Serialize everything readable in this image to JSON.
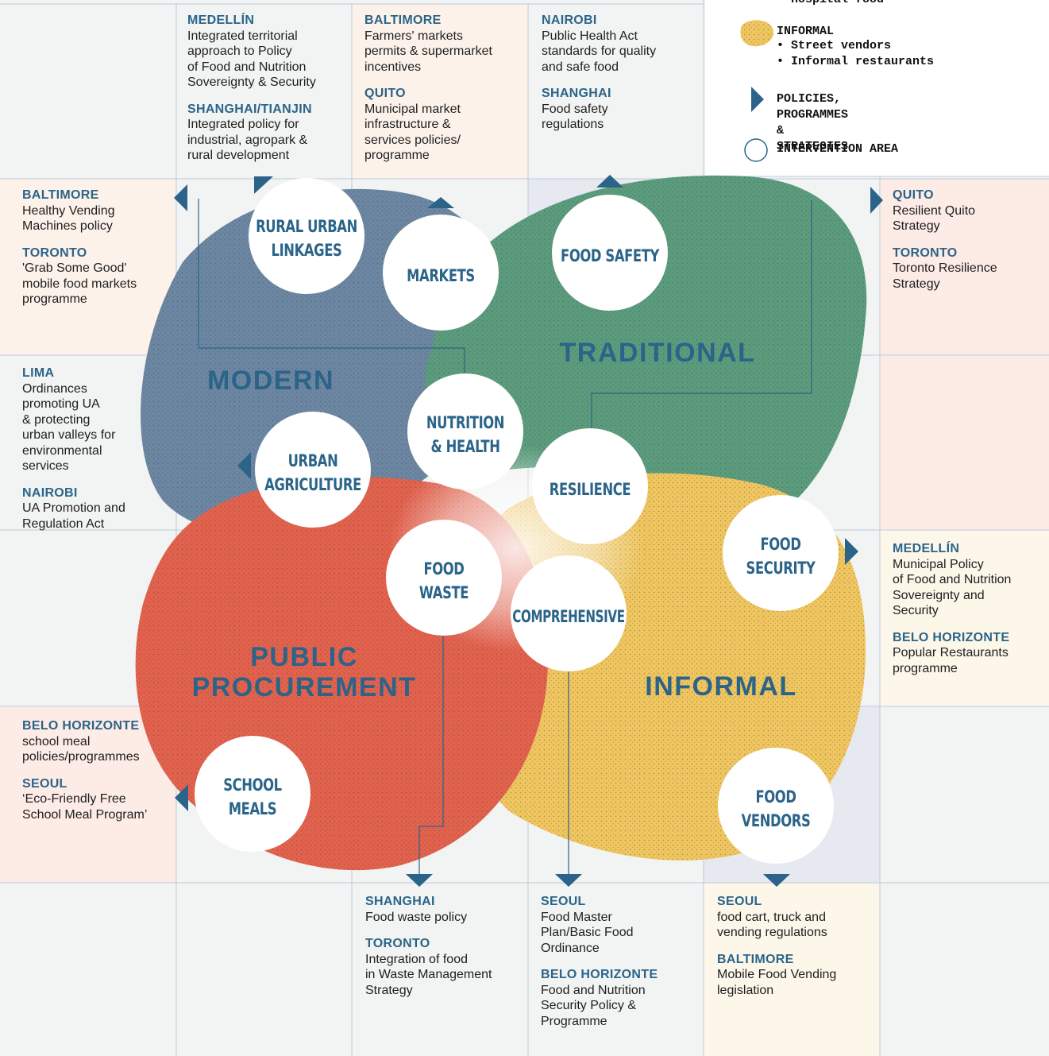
{
  "legend": {
    "hospital_item": "• hospital food",
    "informal": {
      "title": "INFORMAL",
      "items": [
        "• Street vendors",
        "• Informal restaurants"
      ],
      "swatch_color": "#f1c65e"
    },
    "policies": "POLICIES, PROGRAMMES\n& STRATEGIES",
    "intervention": "INTERVENTION AREA"
  },
  "colors": {
    "modern": "#6d87a2",
    "traditional": "#5c9c7c",
    "procurement": "#e4624c",
    "informal": "#f1c65e",
    "accent": "#2b6488"
  },
  "sectors": {
    "modern": "MODERN",
    "traditional": "TRADITIONAL",
    "procurement_line1": "PUBLIC",
    "procurement_line2": "PROCUREMENT",
    "informal": "INFORMAL"
  },
  "areas": {
    "rural_urban_1": "RURAL URBAN",
    "rural_urban_2": "LINKAGES",
    "markets": "MARKETS",
    "food_safety": "FOOD SAFETY",
    "nutrition_1": "NUTRITION",
    "nutrition_2": "& HEALTH",
    "urban_ag_1": "URBAN",
    "urban_ag_2": "AGRICULTURE",
    "resilience": "RESILIENCE",
    "food_security_1": "FOOD",
    "food_security_2": "SECURITY",
    "food_waste_1": "FOOD",
    "food_waste_2": "WASTE",
    "comprehensive": "COMPREHENSIVE",
    "school_meals_1": "SCHOOL",
    "school_meals_2": "MEALS",
    "food_vendors_1": "FOOD",
    "food_vendors_2": "VENDORS"
  },
  "policies": {
    "medellin_top": [
      {
        "city": "MEDELLÍN",
        "text": "Integrated territorial\napproach to Policy\nof Food and Nutrition\nSovereignty & Security"
      },
      {
        "city": "SHANGHAI/TIANJIN",
        "text": "Integrated policy for\nindustrial, agropark &\nrural development"
      }
    ],
    "baltimore_top": [
      {
        "city": "BALTIMORE",
        "text": "Farmers' markets\npermits & supermarket\nincentives"
      },
      {
        "city": "QUITO",
        "text": "Municipal market\ninfrastructure &\nservices policies/\nprogramme"
      }
    ],
    "nairobi_top": [
      {
        "city": "NAIROBI",
        "text": "Public Health Act\nstandards for quality\nand safe food"
      },
      {
        "city": "SHANGHAI",
        "text": "Food safety\nregulations"
      }
    ],
    "left_baltimore": [
      {
        "city": "BALTIMORE",
        "text": "Healthy Vending\nMachines policy"
      },
      {
        "city": "TORONTO",
        "text": "'Grab Some Good'\nmobile food markets\nprogramme"
      }
    ],
    "left_lima": [
      {
        "city": "LIMA",
        "text": "Ordinances\npromoting UA\n& protecting\nurban valleys for\nenvironmental\nservices"
      },
      {
        "city": "NAIROBI",
        "text": "UA Promotion and\nRegulation Act"
      }
    ],
    "left_belo": [
      {
        "city": "BELO HORIZONTE",
        "text": "school meal\npolicies/programmes"
      },
      {
        "city": "SEOUL",
        "text": "‘Eco-Friendly Free\nSchool Meal Program’"
      }
    ],
    "right_quito": [
      {
        "city": "QUITO",
        "text": "Resilient Quito\nStrategy"
      },
      {
        "city": "TORONTO",
        "text": "Toronto Resilience\nStrategy"
      }
    ],
    "right_medellin": [
      {
        "city": "MEDELLÍN",
        "text": "Municipal Policy\nof Food and Nutrition\nSovereignty and\nSecurity"
      },
      {
        "city": "BELO HORIZONTE",
        "text": "Popular Restaurants\nprogramme"
      }
    ],
    "bottom_shanghai": [
      {
        "city": "SHANGHAI",
        "text": "Food waste policy"
      },
      {
        "city": "TORONTO",
        "text": "Integration of food\nin Waste Management\nStrategy"
      }
    ],
    "bottom_seoul": [
      {
        "city": "SEOUL",
        "text": "Food Master\nPlan/Basic Food\nOrdinance"
      },
      {
        "city": "BELO HORIZONTE",
        "text": "Food and Nutrition\nSecurity Policy &\nProgramme"
      }
    ],
    "bottom_seoul2": [
      {
        "city": "SEOUL",
        "text": "food cart, truck and\nvending regulations"
      },
      {
        "city": "BALTIMORE",
        "text": "Mobile Food Vending\nlegislation"
      }
    ]
  }
}
